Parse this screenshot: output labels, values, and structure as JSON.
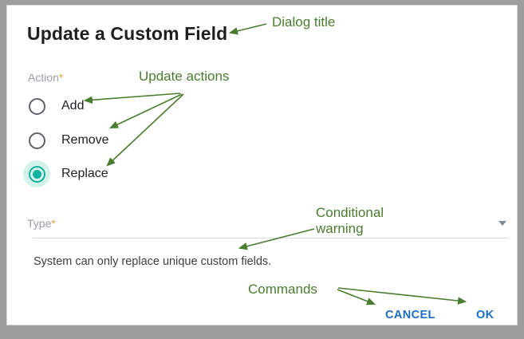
{
  "dialog": {
    "title": "Update a Custom Field",
    "action_field": {
      "label": "Action",
      "required_mark": "*",
      "options": [
        {
          "label": "Add",
          "selected": false
        },
        {
          "label": "Remove",
          "selected": false
        },
        {
          "label": "Replace",
          "selected": true
        }
      ]
    },
    "type_field": {
      "label": "Type",
      "required_mark": "*",
      "value": "",
      "chevron_icon": "chevron-down-icon"
    },
    "warning": "System can only replace unique custom fields.",
    "commands": {
      "cancel_label": "CANCEL",
      "ok_label": "OK"
    }
  },
  "annotations": {
    "dialog_title": "Dialog title",
    "update_actions": "Update actions",
    "conditional_warning_line1": "Conditional",
    "conditional_warning_line2": "warning",
    "commands": "Commands"
  },
  "colors": {
    "accent_teal": "#12b2a0",
    "accent_halo": "#d5f2ea",
    "command_blue": "#1a6fc4",
    "annotation_green": "#4a7c2f",
    "label_gray": "#9aa0a6",
    "required_orange": "#e8a33d",
    "frame_gray": "#9e9e9e"
  }
}
